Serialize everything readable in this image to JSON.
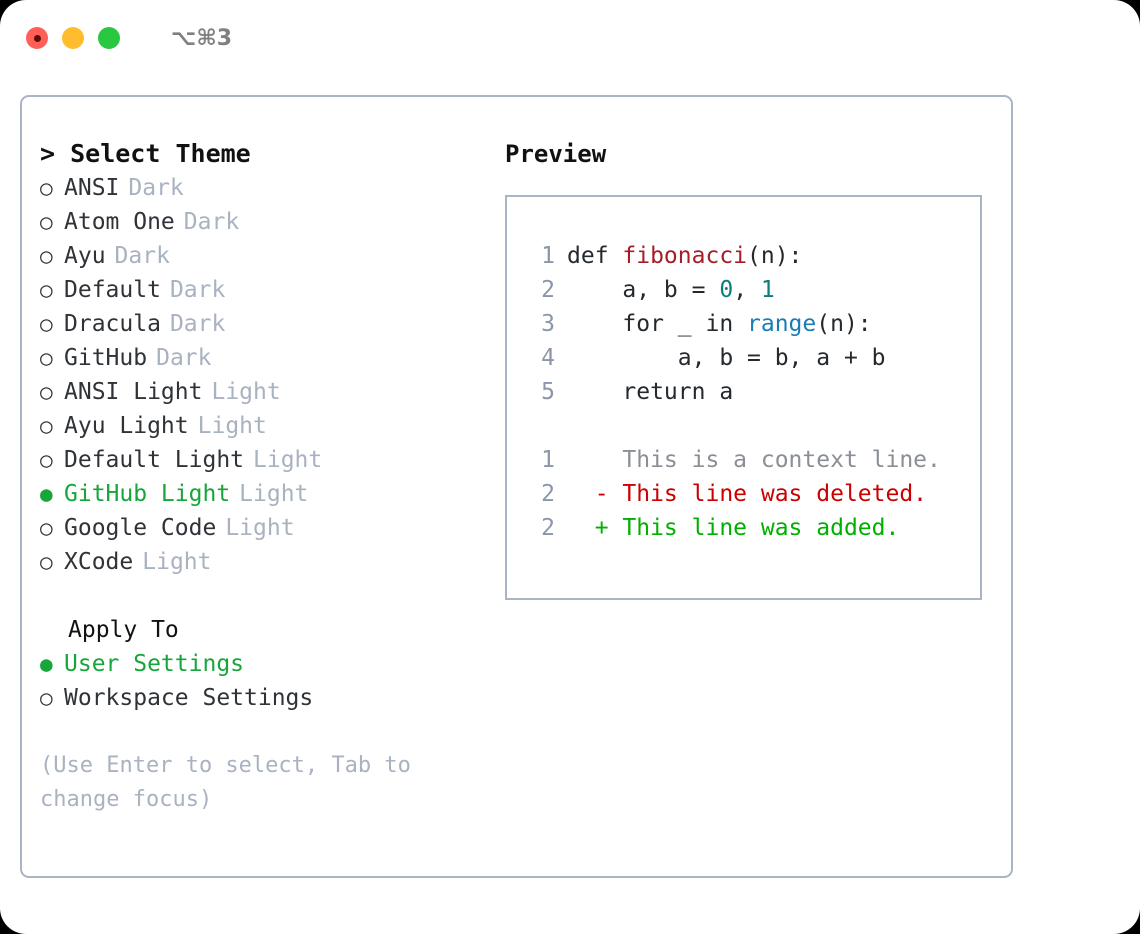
{
  "titlebar": {
    "shortcut": "⌥⌘3",
    "buttons": [
      "close",
      "minimize",
      "maximize"
    ]
  },
  "theme_list": {
    "header": "> Select Theme",
    "items": [
      {
        "marker": "○",
        "name": "ANSI",
        "kind": "Dark",
        "selected": false
      },
      {
        "marker": "○",
        "name": "Atom One",
        "kind": "Dark",
        "selected": false
      },
      {
        "marker": "○",
        "name": "Ayu",
        "kind": "Dark",
        "selected": false
      },
      {
        "marker": "○",
        "name": "Default",
        "kind": "Dark",
        "selected": false
      },
      {
        "marker": "○",
        "name": "Dracula",
        "kind": "Dark",
        "selected": false
      },
      {
        "marker": "○",
        "name": "GitHub",
        "kind": "Dark",
        "selected": false
      },
      {
        "marker": "○",
        "name": "ANSI Light",
        "kind": "Light",
        "selected": false
      },
      {
        "marker": "○",
        "name": "Ayu Light",
        "kind": "Light",
        "selected": false
      },
      {
        "marker": "○",
        "name": "Default Light",
        "kind": "Light",
        "selected": false
      },
      {
        "marker": "●",
        "name": "GitHub Light",
        "kind": "Light",
        "selected": true
      },
      {
        "marker": "○",
        "name": "Google Code",
        "kind": "Light",
        "selected": false
      },
      {
        "marker": "○",
        "name": "XCode",
        "kind": "Light",
        "selected": false
      }
    ]
  },
  "apply_to": {
    "header": "Apply To",
    "items": [
      {
        "marker": "●",
        "label": "User Settings",
        "selected": true
      },
      {
        "marker": "○",
        "label": "Workspace Settings",
        "selected": false
      }
    ]
  },
  "hint": "(Use Enter to select, Tab to change focus)",
  "preview": {
    "title": "Preview",
    "code_lines": [
      {
        "num": "1",
        "parts": [
          {
            "t": "def ",
            "c": "plain"
          },
          {
            "t": "fibonacci",
            "c": "func"
          },
          {
            "t": "(n):",
            "c": "plain"
          }
        ]
      },
      {
        "num": "2",
        "parts": [
          {
            "t": "    a, b = ",
            "c": "plain"
          },
          {
            "t": "0",
            "c": "num"
          },
          {
            "t": ", ",
            "c": "plain"
          },
          {
            "t": "1",
            "c": "num"
          }
        ]
      },
      {
        "num": "3",
        "parts": [
          {
            "t": "    for _ in ",
            "c": "plain"
          },
          {
            "t": "range",
            "c": "builtin"
          },
          {
            "t": "(n):",
            "c": "plain"
          }
        ]
      },
      {
        "num": "4",
        "parts": [
          {
            "t": "        a, b = b, a + b",
            "c": "plain"
          }
        ]
      },
      {
        "num": "5",
        "parts": [
          {
            "t": "    return a",
            "c": "plain"
          }
        ]
      }
    ],
    "diff_lines": [
      {
        "num": "1",
        "marker": " ",
        "text": "This is a context line.",
        "kind": "ctx"
      },
      {
        "num": "2",
        "marker": "-",
        "text": "This line was deleted.",
        "kind": "del"
      },
      {
        "num": "2",
        "marker": "+",
        "text": "This line was added.",
        "kind": "add"
      }
    ]
  },
  "colors": {
    "selected_green": "#16a63a",
    "muted": "#a9b2c0",
    "border": "#aab4c4",
    "func_red": "#a71d28",
    "number_teal": "#0e7c7b",
    "builtin_blue": "#1a7db5",
    "diff_add": "#00b000",
    "diff_del": "#cc0000",
    "diff_ctx": "#8a8f96",
    "linenum": "#8b96a8"
  }
}
